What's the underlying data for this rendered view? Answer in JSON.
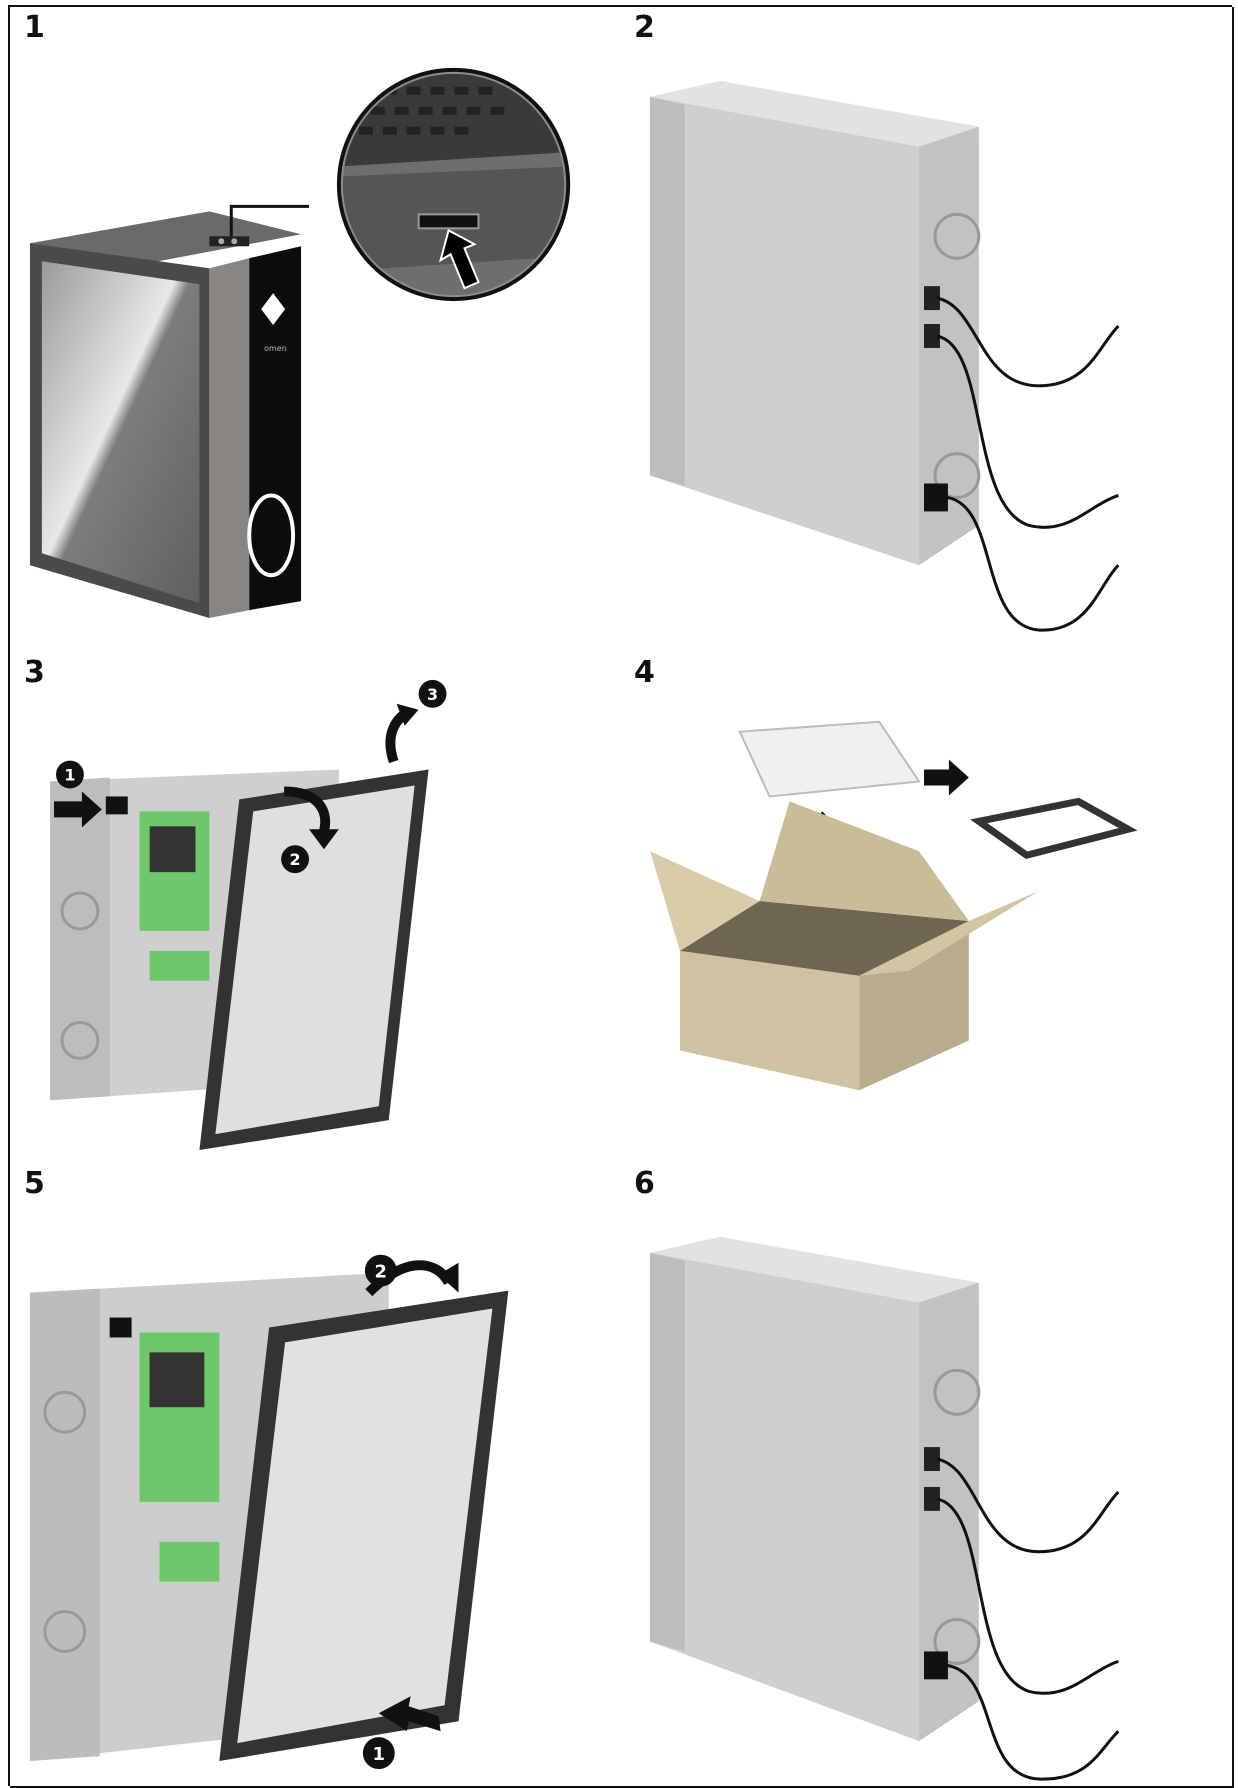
{
  "steps": [
    {
      "number": "1",
      "illustration": "pc-tower-press-release-button"
    },
    {
      "number": "2",
      "illustration": "pc-tower-rear-with-cables"
    },
    {
      "number": "3",
      "illustration": "remove-glass-side-panel"
    },
    {
      "number": "4",
      "illustration": "unpack-replacement-panel"
    },
    {
      "number": "5",
      "illustration": "install-glass-side-panel"
    },
    {
      "number": "6",
      "illustration": "pc-tower-rear-with-cables"
    }
  ],
  "callouts": {
    "step3": [
      "1",
      "2",
      "3"
    ],
    "step5": [
      "1",
      "2"
    ]
  },
  "logo_text": "omen",
  "colors": {
    "border": "#111111",
    "case_dark": "#5a5a5a",
    "case_light": "#d2d2d2",
    "board_green": "#5ec65a",
    "cardboard": "#cdbf9e",
    "arrow": "#111111"
  }
}
